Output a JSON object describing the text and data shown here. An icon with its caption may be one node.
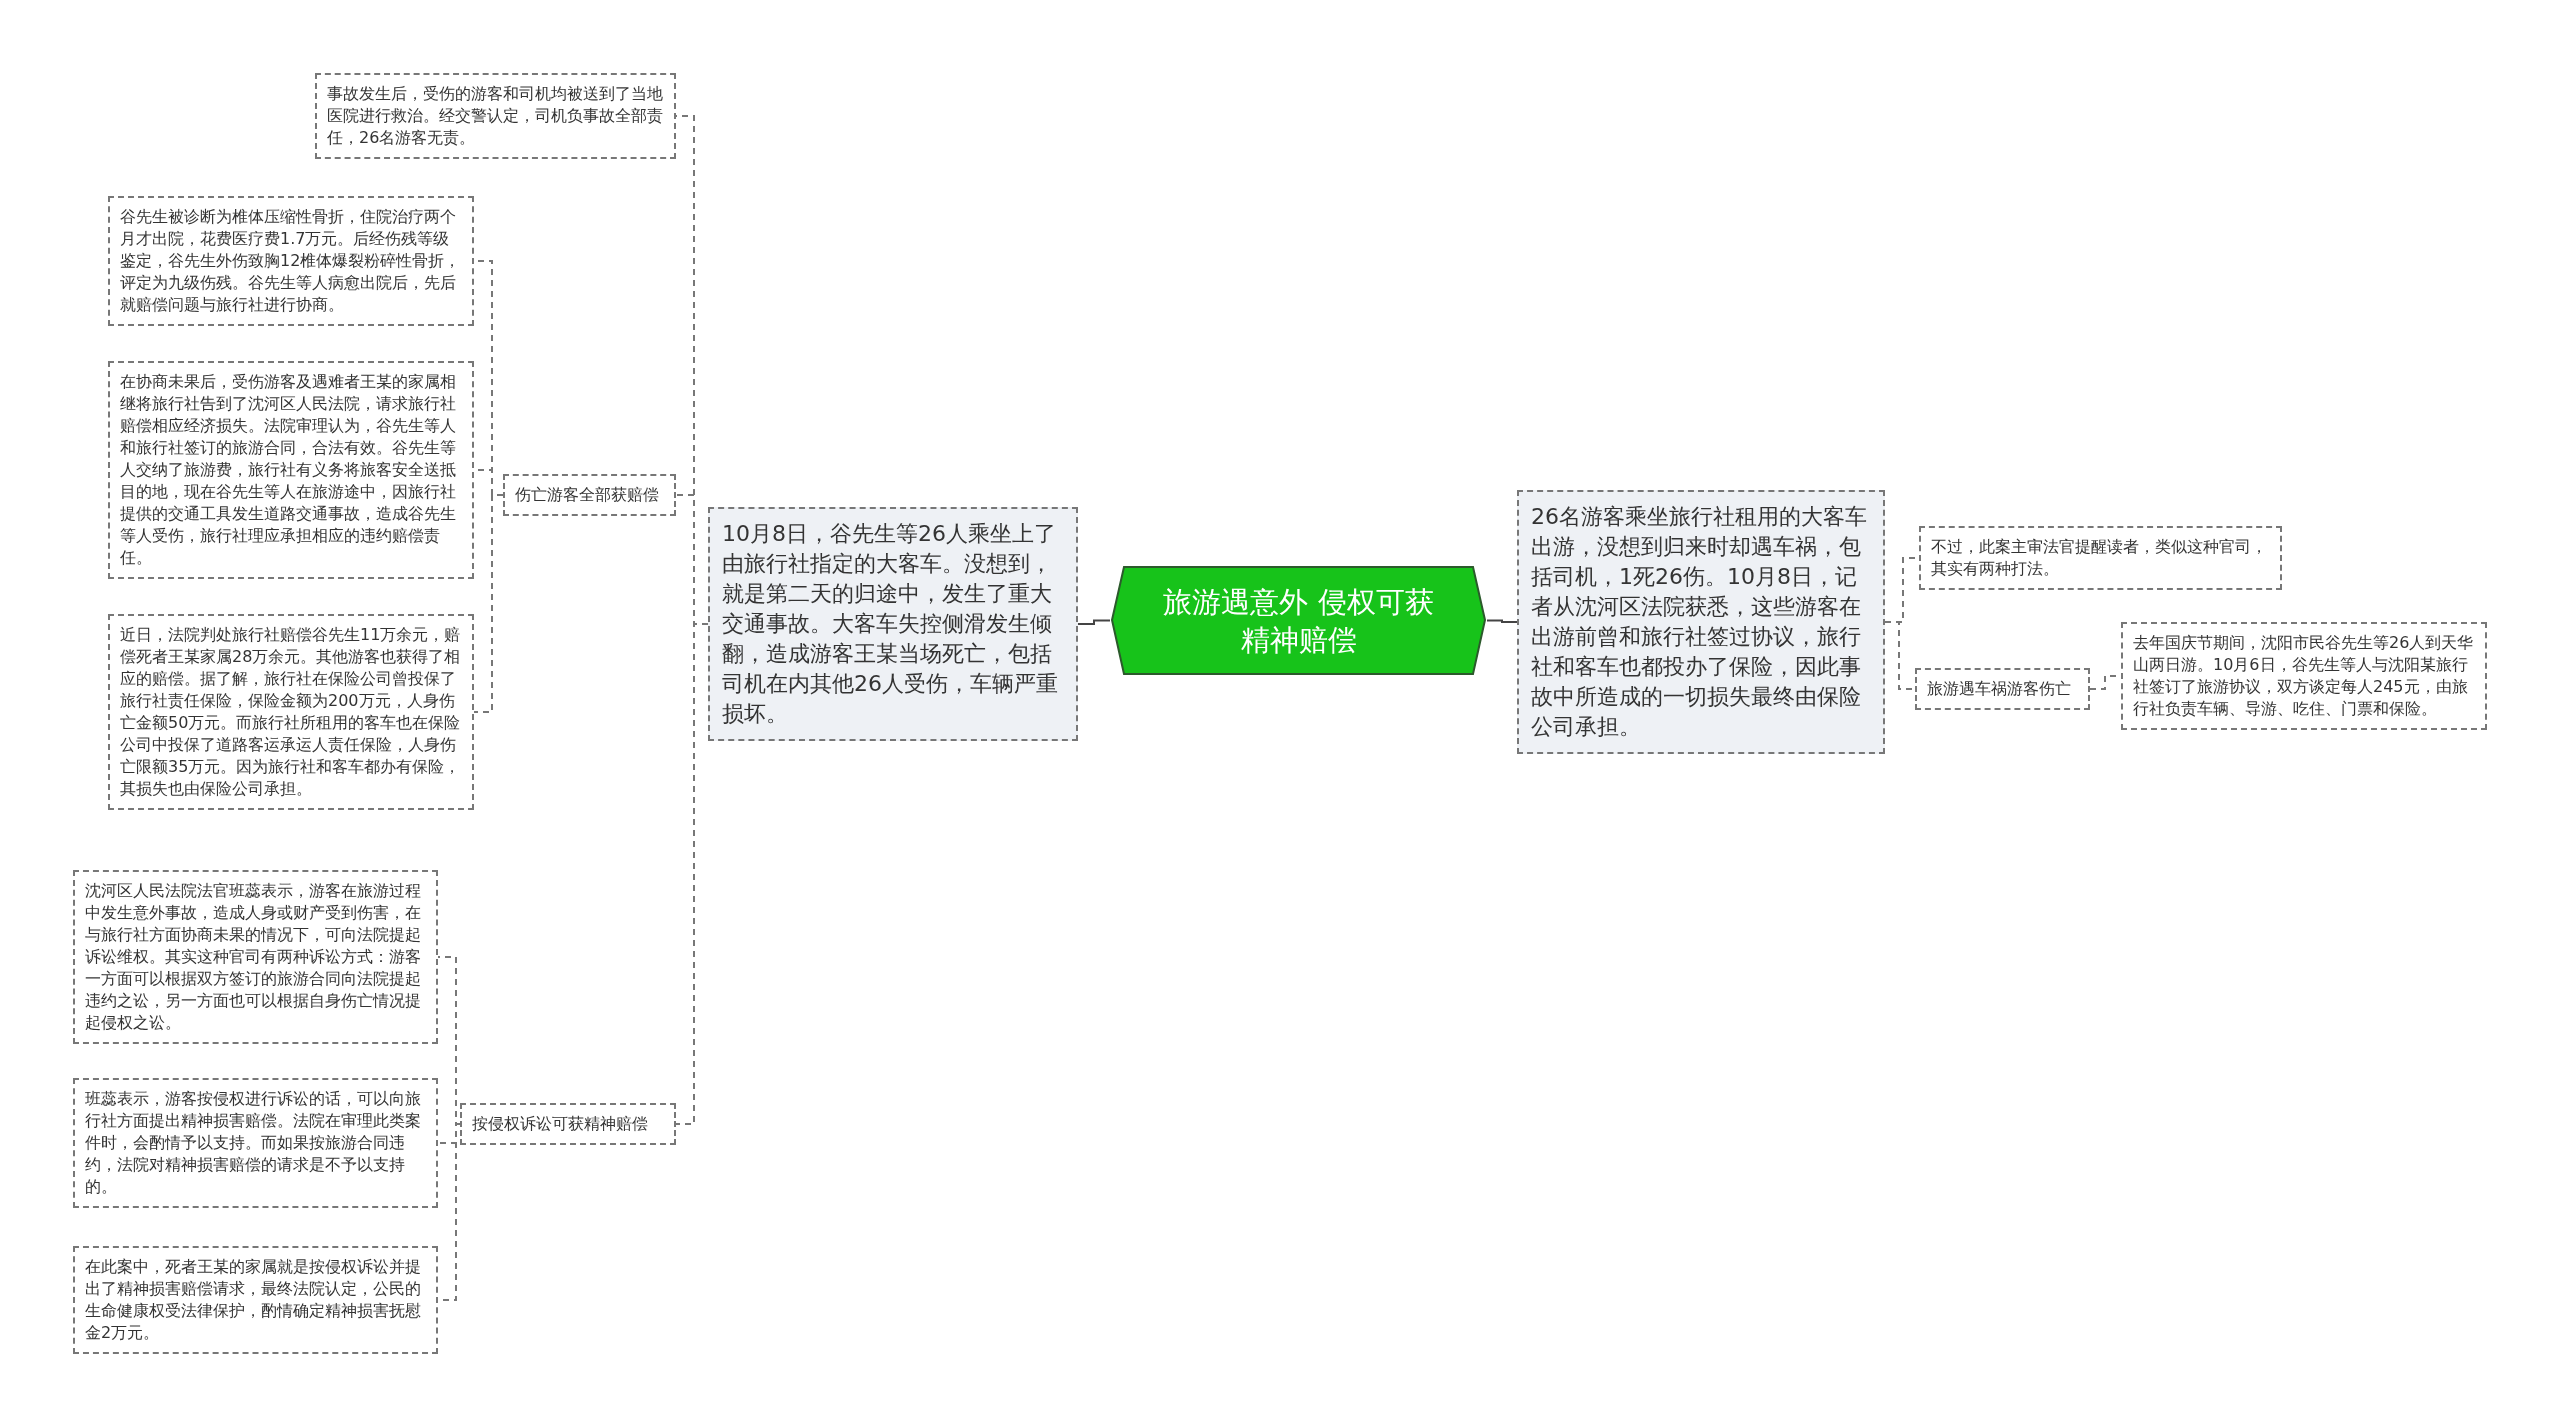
{
  "diagram": {
    "nodes": [
      {
        "text": [
          "旅游遇意外 侵权可获精神赔偿"
        ]
      },
      {
        "text": [
          "10月8日，谷先生等26人乘坐上了由旅行社指定的大客车。没想到，就是第二天的归途中，发生了重大交通事故。大客车失控侧滑发生倾翻，造成游客王某当场死亡，包括司机在内其他26人受伤，车辆严重损坏。"
        ]
      },
      {
        "text": [
          "伤亡游客全部获赔偿"
        ]
      },
      {
        "text": [
          "按侵权诉讼可获精神赔偿"
        ]
      },
      {
        "text": [
          "事故发生后，受伤的游客和司机均被送到了当地医院进行救治。经交警认定，司机负事故全部责任，26名游客无责。"
        ]
      },
      {
        "text": [
          "谷先生被诊断为椎体压缩性骨折，住院治疗两个月才出院，花费医疗费1.7万元。后经伤残等级鉴定，谷先生外伤致胸12椎体爆裂粉碎性骨折，评定为九级伤残。谷先生等人病愈出院后，先后就赔偿问题与旅行社进行协商。"
        ]
      },
      {
        "text": [
          "在协商未果后，受伤游客及遇难者王某的家属相继将旅行社告到了沈河区人民法院，请求旅行社赔偿相应经济损失。法院审理认为，谷先生等人和旅行社签订的旅游合同，合法有效。谷先生等人交纳了旅游费，旅行社有义务将旅客安全送抵目的地，现在谷先生等人在旅游途中，因旅行社提供的交通工具发生道路交通事故，造成谷先生等人受伤，旅行社理应承担相应的违约赔偿责任。"
        ]
      },
      {
        "text": [
          "近日，法院判处旅行社赔偿谷先生11万余元，赔偿死者王某家属28万余元。其他游客也获得了相应的赔偿。据了解，旅行社在保险公司曾投保了旅行社责任保险，保险金额为200万元，人身伤亡金额50万元。而旅行社所租用的客车也在保险公司中投保了道路客运承运人责任保险，人身伤亡限额35万元。因为旅行社和客车都办有保险，其损失也由保险公司承担。"
        ]
      },
      {
        "text": [
          "沈河区人民法院法官班蕊表示，游客在旅游过程中发生意外事故，造成人身或财产受到伤害，在与旅行社方面协商未果的情况下，可向法院提起诉讼维权。其实这种官司有两种诉讼方式：游客一方面可以根据双方签订的旅游合同向法院提起违约之讼，另一方面也可以根据自身伤亡情况提起侵权之讼。"
        ]
      },
      {
        "text": [
          "班蕊表示，游客按侵权进行诉讼的话，可以向旅行社方面提出精神损害赔偿。法院在审理此类案件时，会酌情予以支持。而如果按旅游合同违约，法院对精神损害赔偿的请求是不予以支持的。"
        ]
      },
      {
        "text": [
          "在此案中，死者王某的家属就是按侵权诉讼并提出了精神损害赔偿请求，最终法院认定，公民的生命健康权受法律保护，酌情确定精神损害抚慰金2万元。"
        ]
      },
      {
        "text": [
          "26名游客乘坐旅行社租用的大客车出游，没想到归来时却遇车祸，包括司机，1死26伤。10月8日，记者从沈河区法院获悉，这些游客在出游前曾和旅行社签过协议，旅行社和客车也都投办了保险，因此事故中所造成的一切损失最终由保险公司承担。"
        ]
      },
      {
        "text": [
          "不过，此案主审法官提醒读者，类似这种官司，其实有两种打法。"
        ]
      },
      {
        "text": [
          "旅游遇车祸游客伤亡"
        ]
      },
      {
        "text": [
          "去年国庆节期间，沈阳市民谷先生等26人到天华山两日游。10月6日，谷先生等人与沈阳某旅行社签订了旅游协议，双方谈定每人245元，由旅行社负责车辆、导游、吃住、门票和保险。"
        ]
      }
    ],
    "edges": [
      {
        "from": 0,
        "to": 1,
        "arrow": "none"
      },
      {
        "from": 1,
        "to": 4,
        "arrow": "none",
        "style": "dashed"
      },
      {
        "from": 1,
        "to": 2,
        "arrow": "none",
        "style": "dashed"
      },
      {
        "from": 1,
        "to": 3,
        "arrow": "none",
        "style": "dashed"
      },
      {
        "from": 2,
        "to": 5,
        "arrow": "none",
        "style": "dashed"
      },
      {
        "from": 2,
        "to": 6,
        "arrow": "none",
        "style": "dashed"
      },
      {
        "from": 2,
        "to": 7,
        "arrow": "none",
        "style": "dashed"
      },
      {
        "from": 3,
        "to": 8,
        "arrow": "none",
        "style": "dashed"
      },
      {
        "from": 3,
        "to": 9,
        "arrow": "none",
        "style": "dashed"
      },
      {
        "from": 3,
        "to": 10,
        "arrow": "none",
        "style": "dashed"
      },
      {
        "from": 0,
        "to": 11,
        "arrow": "none"
      },
      {
        "from": 11,
        "to": 12,
        "arrow": "none",
        "style": "dashed"
      },
      {
        "from": 11,
        "to": 13,
        "arrow": "none",
        "style": "dashed"
      },
      {
        "from": 13,
        "to": 14,
        "arrow": "none",
        "style": "dashed"
      }
    ]
  }
}
